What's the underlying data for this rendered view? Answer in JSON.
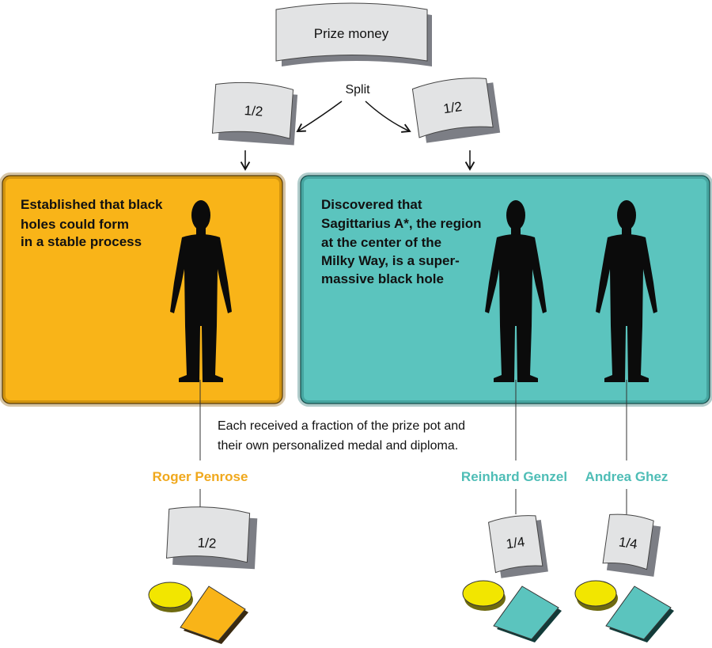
{
  "top": {
    "prize_label": "Prize money",
    "split_label": "Split"
  },
  "halves": {
    "left": "1/2",
    "right": "1/2"
  },
  "left_box": {
    "lines": [
      "Established that black",
      "holes could form",
      "in a stable process"
    ],
    "color": "#F9B418"
  },
  "right_box": {
    "lines": [
      "Discovered that",
      "Sagittarius A*, the region",
      "at the center of the",
      "Milky Way, is a super-",
      "massive black hole"
    ],
    "color": "#5BC4BE"
  },
  "note": {
    "lines": [
      "Each received a fraction of the prize pot and",
      "their own personalized medal and diploma."
    ]
  },
  "laureates": [
    {
      "name": "Roger Penrose",
      "fraction": "1/2",
      "color": "#F0A81C"
    },
    {
      "name": "Reinhard Genzel",
      "fraction": "1/4",
      "color": "#4EBDB6"
    },
    {
      "name": "Andrea Ghez",
      "fraction": "1/4",
      "color": "#4EBDB6"
    }
  ],
  "colors": {
    "medal": "#F2E600",
    "diploma_left": "#F9B418",
    "diploma_right": "#5BC4BE",
    "paper": "#E2E3E4",
    "shadow": "#7C7E85"
  },
  "icons": [
    "paper-note-icon",
    "person-silhouette-icon",
    "medal-icon",
    "diploma-icon",
    "arrow-icon"
  ]
}
